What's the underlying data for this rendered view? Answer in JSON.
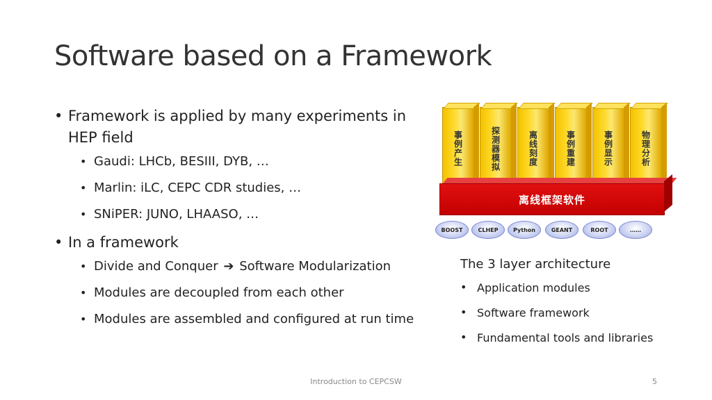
{
  "slide": {
    "title": "Software based on a Framework",
    "bullets": [
      {
        "text": "Framework is applied by many experiments in HEP field",
        "sub": [
          "Gaudi: LHCb, BESIII, DYB, …",
          "Marlin: iLC, CEPC CDR studies, …",
          "SNiPER: JUNO, LHAASO, …"
        ]
      },
      {
        "text": "In a framework",
        "sub_arrow": {
          "before": "Divide and Conquer",
          "arrow": "➔",
          "after": "Software Modularization"
        },
        "sub": [
          "Modules are decoupled from each other",
          "Modules are assembled and configured at run time"
        ]
      }
    ],
    "diagram": {
      "pillars": [
        "事例产生",
        "探测器模拟",
        "离线刻度",
        "事例重建",
        "事例显示",
        "物理分析"
      ],
      "framework_label": "离线框架软件",
      "libraries": [
        "BOOST",
        "CLHEP",
        "Python",
        "GEANT",
        "ROOT",
        "……"
      ],
      "colors": {
        "pillar": "#ffd928",
        "framework": "#d00000",
        "library": "#cdd4f3"
      }
    },
    "architecture": {
      "title": "The 3 layer architecture",
      "items": [
        "Application modules",
        "Software framework",
        "Fundamental tools and libraries"
      ]
    },
    "footer": {
      "center": "Introduction to CEPCSW",
      "page": "5"
    }
  }
}
